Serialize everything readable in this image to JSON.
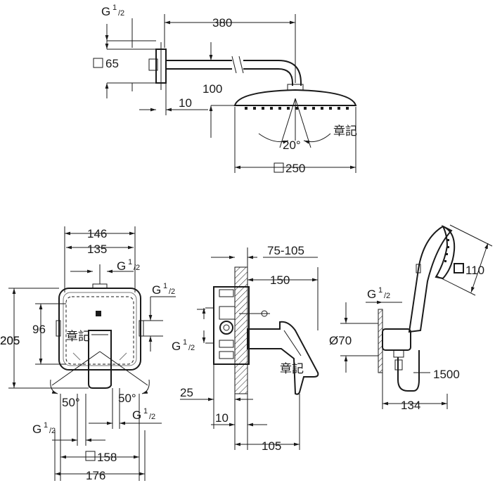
{
  "labels": {
    "thread": "G",
    "thread_sup": "1",
    "thread_sub": "/2",
    "shower_arm_length": "380",
    "flange_square": "65",
    "arm_drop": "100",
    "flange_depth": "10",
    "spray_angle": "20°",
    "head_square": "250",
    "stamp": "章記",
    "plate_outer_width": "146",
    "plate_inner_width": "135",
    "plate_height": "205",
    "plate_upper_height": "96",
    "lever_angle_left": "50°",
    "lever_angle_right": "50°",
    "cover_square": "158",
    "overall_width": "176",
    "wall_depth_range": "75-105",
    "body_projection": "150",
    "wall_offset": "25",
    "body_offset": "10",
    "lever_projection": "105",
    "handshower_square": "110",
    "outlet_diameter": "70",
    "hose_length": "1500",
    "bracket_projection": "134"
  }
}
